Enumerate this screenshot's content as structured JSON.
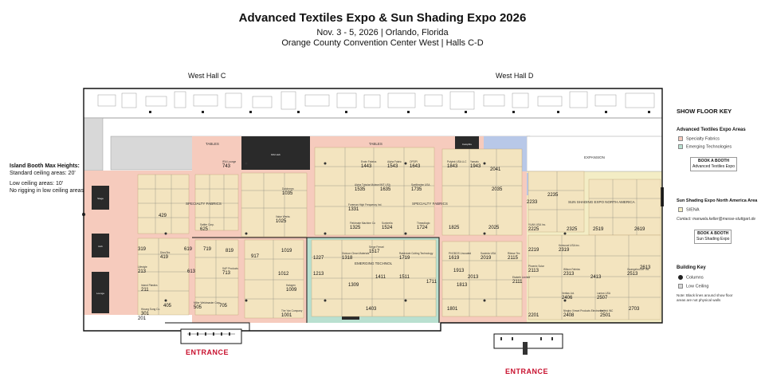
{
  "header": {
    "title": "Advanced Textiles Expo & Sun Shading Expo 2026",
    "subtitle_line1": "Nov. 3 - 5, 2026 | Orlando, Florida",
    "subtitle_line2": "Orange County Convention Center West | Halls C-D"
  },
  "halls": {
    "west_hall_c": "West Hall C",
    "west_hall_d": "West Hall D"
  },
  "island_info": {
    "heading": "Island Booth Max Heights:",
    "standard": "Standard ceiling areas: 20'",
    "low": "Low ceiling areas: 10'",
    "rigging": "No rigging in low ceiling areas"
  },
  "show_floor_key": {
    "title": "SHOW FLOOR KEY",
    "ate_heading": "Advanced Textiles Expo Areas",
    "specialty": "Specialty Fabrics",
    "emerging": "Emerging Technologies",
    "book_ate_line1": "BOOK A BOOTH",
    "book_ate_line2": "Advanced Textiles Expo",
    "sse_heading": "Sun Shading Expo North America Area",
    "siena": "SIENA",
    "contact": "Contact: manuela.keller@messe-stuttgart.de",
    "book_sse_line1": "BOOK A BOOTH",
    "book_sse_line2": "Sun Shading Expo",
    "building_heading": "Building Key",
    "columns": "Columns",
    "low_ceiling": "Low Ceiling",
    "note": "Note: Black lines around show floor areas are not physical walls"
  },
  "colors": {
    "specialty": "#f6cbbd",
    "emerging": "#b9e0d0",
    "sse": "#f3edc5",
    "blue": "#b8c8e8",
    "booth": "#f3e4bf",
    "low_ceiling": "#d8d8d8",
    "dark": "#2a2a2a",
    "entrance": "#c8102e"
  },
  "area_labels": {
    "tables_left": "TABLES",
    "tables_right": "TABLES",
    "specialty_left": "SPECIALTY FABRICS",
    "specialty_right": "SPECIALTY FABRICS",
    "emerging": "EMERGING TECHNOL",
    "sse_north": "SUN SHADING EXPO NORTH AMERICA",
    "expansion": "EXPANSION",
    "sse_sample": "",
    "entrance_left": "ENTRANCE",
    "entrance_right": "ENTRANCE"
  },
  "booths": [
    {
      "id": "b743",
      "num": "743",
      "name": "IFAI Lounge"
    },
    {
      "id": "b1443",
      "num": "1443",
      "name": "Erwin Fabrics"
    },
    {
      "id": "b1543",
      "num": "1543",
      "name": "Alpha Fabric"
    },
    {
      "id": "b1643",
      "num": "1643",
      "name": "OPDPI"
    },
    {
      "id": "b1843",
      "num": "1843",
      "name": "Polytek USA LLC"
    },
    {
      "id": "b1943",
      "num": "1943",
      "name": "Yamato"
    },
    {
      "id": "b2041",
      "num": "2041",
      "name": ""
    },
    {
      "id": "b1035",
      "num": "1035",
      "name": "Dutchman"
    },
    {
      "id": "b1535",
      "num": "1535",
      "name": "Alpha Tubular Molecel"
    },
    {
      "id": "b1635",
      "num": "1635",
      "name": "IMT USA"
    },
    {
      "id": "b1735",
      "num": "1735",
      "name": "Spellbrahm USA"
    },
    {
      "id": "b2035",
      "num": "2035",
      "name": ""
    },
    {
      "id": "b1331",
      "num": "1331",
      "name": "Foreman High Frequency Ind."
    },
    {
      "id": "b1325",
      "num": "1325",
      "name": "Fieldmate Machine Co"
    },
    {
      "id": "b1025",
      "num": "1025",
      "name": "Value Werks"
    },
    {
      "id": "b625",
      "num": "625",
      "name": "Sattler Corp."
    },
    {
      "id": "b429",
      "num": "429",
      "name": ""
    },
    {
      "id": "b1524",
      "num": "1524",
      "name": "Sunbrella"
    },
    {
      "id": "b1724",
      "num": "1724",
      "name": "Threadlogic"
    },
    {
      "id": "b1825",
      "num": "1825",
      "name": ""
    },
    {
      "id": "b2025",
      "num": "2025",
      "name": ""
    },
    {
      "id": "b2233",
      "num": "2233",
      "name": ""
    },
    {
      "id": "b2235",
      "num": "2235",
      "name": ""
    },
    {
      "id": "b2225",
      "num": "2225",
      "name": "YUAN USA Inc."
    },
    {
      "id": "b2325",
      "num": "2325",
      "name": ""
    },
    {
      "id": "b2519",
      "num": "2519",
      "name": ""
    },
    {
      "id": "b2619",
      "num": "2619",
      "name": ""
    },
    {
      "id": "b2219",
      "num": "2219",
      "name": ""
    },
    {
      "id": "b2319",
      "num": "2319",
      "name": "Kenwood USA Inc."
    },
    {
      "id": "b1619",
      "num": "1619",
      "name": "PHOBOS Uncoated"
    },
    {
      "id": "b2019",
      "num": "2019",
      "name": "Sauleda USA"
    },
    {
      "id": "b2115",
      "num": "2115",
      "name": "Ritewe Tex"
    },
    {
      "id": "b1719",
      "num": "1719",
      "name": "Ratchdale Cutting Technology"
    },
    {
      "id": "b1517",
      "num": "1517",
      "name": "Serge Ferrari"
    },
    {
      "id": "b1318",
      "num": "1318",
      "name": "Dickson Clean Materials"
    },
    {
      "id": "b1227",
      "num": "1227",
      "name": ""
    },
    {
      "id": "b1019",
      "num": "1019",
      "name": ""
    },
    {
      "id": "b917",
      "num": "917",
      "name": ""
    },
    {
      "id": "b819",
      "num": "819",
      "name": ""
    },
    {
      "id": "b719",
      "num": "719",
      "name": ""
    },
    {
      "id": "b619",
      "num": "619",
      "name": ""
    },
    {
      "id": "b419",
      "num": "419",
      "name": "DirecTex"
    },
    {
      "id": "b319",
      "num": "319",
      "name": ""
    },
    {
      "id": "b213",
      "num": "213",
      "name": "Lifestyle"
    },
    {
      "id": "b613",
      "num": "613",
      "name": ""
    },
    {
      "id": "b713",
      "num": "713",
      "name": "SAP Products"
    },
    {
      "id": "b1012",
      "num": "1012",
      "name": ""
    },
    {
      "id": "b1213",
      "num": "1213",
      "name": ""
    },
    {
      "id": "b1309",
      "num": "1309",
      "name": ""
    },
    {
      "id": "b1411",
      "num": "1411",
      "name": ""
    },
    {
      "id": "b1511",
      "num": "1511",
      "name": ""
    },
    {
      "id": "b1711",
      "num": "1711",
      "name": ""
    },
    {
      "id": "b1913",
      "num": "1913",
      "name": ""
    },
    {
      "id": "b2013",
      "num": "2013",
      "name": ""
    },
    {
      "id": "b1813",
      "num": "1813",
      "name": ""
    },
    {
      "id": "b2111",
      "num": "2111",
      "name": "Etabeth Limited"
    },
    {
      "id": "b2313",
      "num": "2313",
      "name": "Wilson Fabrics"
    },
    {
      "id": "b2413",
      "num": "2413",
      "name": ""
    },
    {
      "id": "b2513",
      "num": "2513",
      "name": "Guangzhou MP Inc."
    },
    {
      "id": "b2613",
      "num": "2613",
      "name": ""
    },
    {
      "id": "b2113",
      "num": "2113",
      "name": "Phoenix Solar"
    },
    {
      "id": "b2406",
      "num": "2406",
      "name": "Veritas Ltd."
    },
    {
      "id": "b2507",
      "num": "2507",
      "name": "Lantos USA"
    },
    {
      "id": "b2408",
      "num": "2408",
      "name": "Ningbo Xinwei Products Electronics"
    },
    {
      "id": "b2501",
      "num": "2501",
      "name": "Helfeld INC"
    },
    {
      "id": "b2703",
      "num": "2703",
      "name": ""
    },
    {
      "id": "b2201",
      "num": "2201",
      "name": ""
    },
    {
      "id": "b1801",
      "num": "1801",
      "name": ""
    },
    {
      "id": "b1403",
      "num": "1403",
      "name": ""
    },
    {
      "id": "b1009",
      "num": "1009",
      "name": "Halogen"
    },
    {
      "id": "b1001",
      "num": "1001",
      "name": "The Yan Company"
    },
    {
      "id": "b705",
      "num": "705",
      "name": ""
    },
    {
      "id": "b505",
      "num": "505",
      "name": "Miller Weldmaster Corp."
    },
    {
      "id": "b405",
      "num": "405",
      "name": ""
    },
    {
      "id": "b301",
      "num": "301",
      "name": "Hicung Sung Co."
    },
    {
      "id": "b201",
      "num": "201",
      "name": ""
    },
    {
      "id": "b211",
      "num": "211",
      "name": "Inland Plastics"
    }
  ]
}
